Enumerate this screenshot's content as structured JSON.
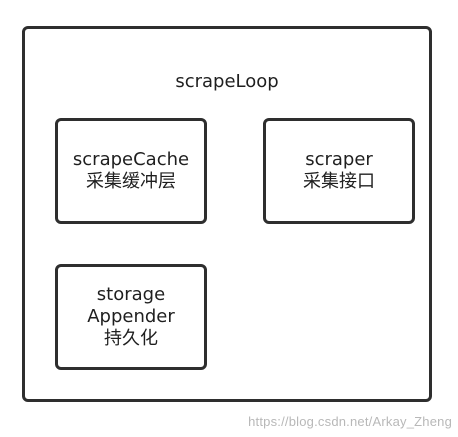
{
  "diagram": {
    "outer": {
      "title": "scrapeLoop"
    },
    "nodes": {
      "scrape_cache": {
        "line1": "scrapeCache",
        "line2": "采集缓冲层"
      },
      "scraper": {
        "line1": "scraper",
        "line2": "采集接口"
      },
      "storage": {
        "line1": "storage",
        "line2": "Appender",
        "line3": "持久化"
      }
    }
  },
  "watermark": {
    "text": "https://blog.csdn.net/Arkay_Zheng"
  }
}
